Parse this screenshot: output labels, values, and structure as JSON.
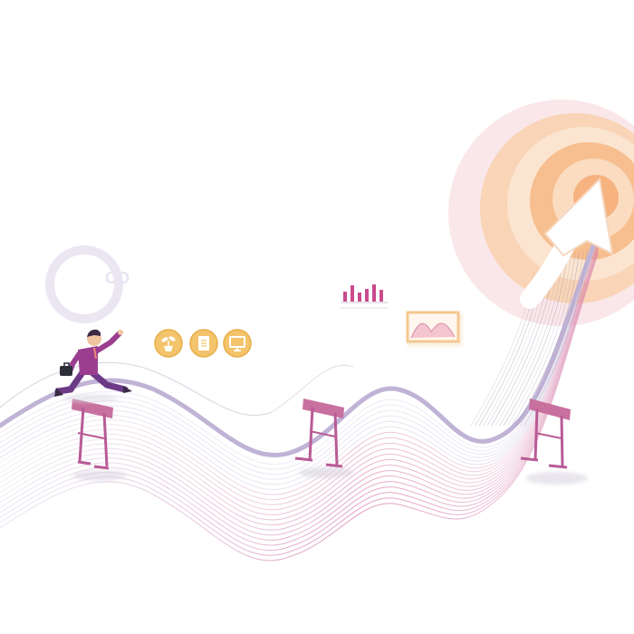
{
  "scene": {
    "faint_ring_text": "CO",
    "colors": {
      "wave_main": "#b9a8cf",
      "wave_lines_light": "#ddd6e6",
      "wave_lines_pink": "#d87aa6",
      "target_outer": "#f6d9dc",
      "target_mid": "#f8cfa8",
      "target_inner": "#f6b989",
      "hurdle": "#b85b96",
      "badge": "#f3c46b",
      "badge_icon": "#ffffff",
      "figure_suit": "#9b3e8f",
      "figure_skin": "#f1c3a1",
      "chart_bars": "#c94b8c",
      "arrow": "#ffffff"
    },
    "icons": [
      "plant-icon",
      "document-icon",
      "monitor-icon"
    ],
    "bar_heights": [
      0.55,
      0.9,
      0.5,
      0.7,
      0.95,
      0.65
    ]
  }
}
